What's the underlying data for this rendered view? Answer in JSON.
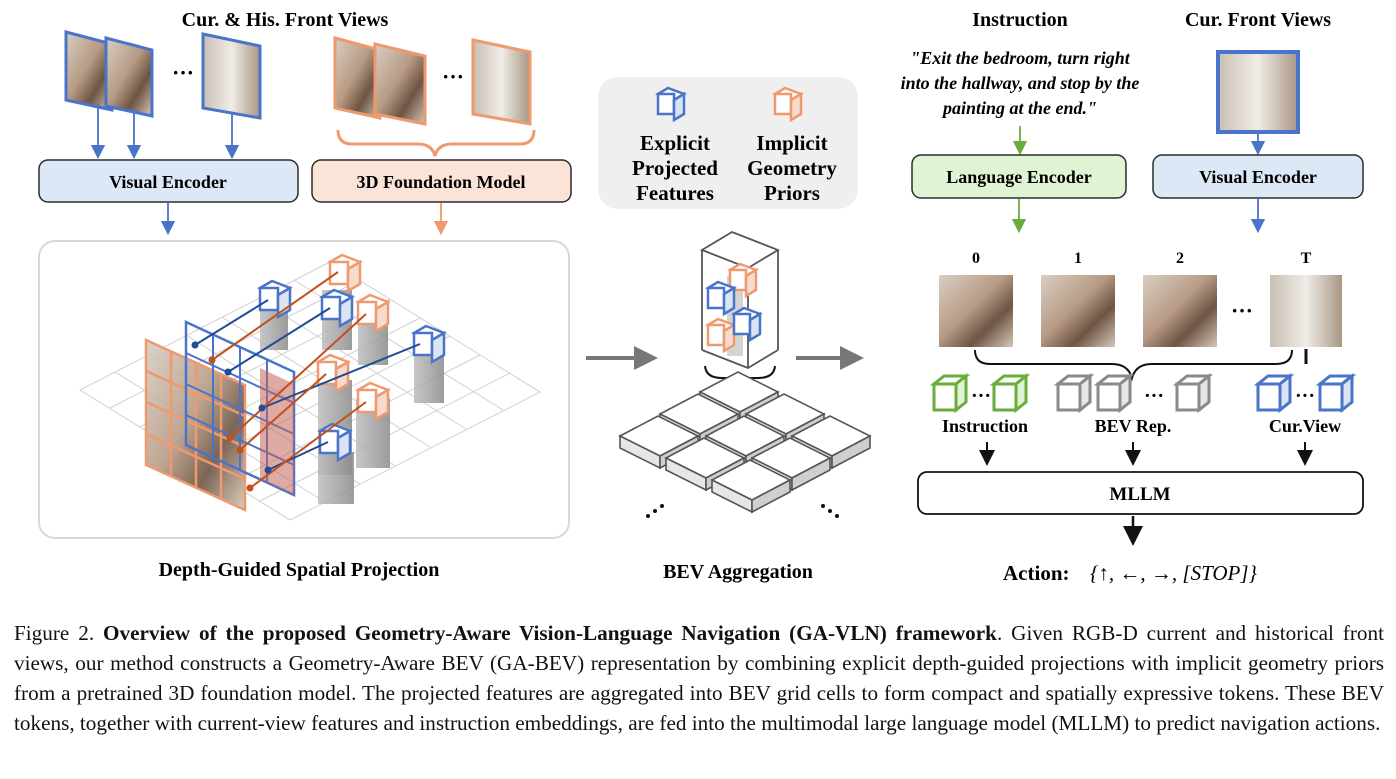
{
  "left_panel": {
    "views_title": "Cur. & His. Front Views",
    "visual_encoder": "Visual Encoder",
    "foundation_model": "3D Foundation Model",
    "projection_label": "Depth-Guided Spatial Projection",
    "ellipsis": "···"
  },
  "legend": {
    "explicit": [
      "Explicit",
      "Projected",
      "Features"
    ],
    "implicit": [
      "Implicit",
      "Geometry",
      "Priors"
    ]
  },
  "middle_panel": {
    "aggregation_label": "BEV Aggregation"
  },
  "right_panel": {
    "instruction_title": "Instruction",
    "front_views_title": "Cur. Front Views",
    "instruction_text": [
      "\"Exit the bedroom, turn right",
      "into the hallway, and stop by the",
      "painting at the end.\""
    ],
    "language_encoder": "Language Encoder",
    "visual_encoder": "Visual Encoder",
    "frame_labels": [
      "0",
      "1",
      "2",
      "T"
    ],
    "token_instruction": "Instruction",
    "token_bev": "BEV Rep.",
    "token_view": "Cur.View",
    "mllm": "MLLM",
    "action_label": "Action:",
    "action_set": "{↑, ←, →, [STOP]}"
  },
  "colors": {
    "blue": "#4a74c9",
    "orange": "#ee9a6e",
    "green": "#6aad3c",
    "visual_encoder_fill": "#dde8f6",
    "foundation_fill": "#fbe3d7",
    "language_fill": "#e1f3d5",
    "legend_bg": "#efefef"
  },
  "caption": {
    "prefix": "Figure 2. ",
    "bold": "Overview of the proposed Geometry-Aware Vision-Language Navigation (GA-VLN) framework",
    "body": ". Given RGB-D current and historical front views, our method constructs a Geometry-Aware BEV (GA-BEV) representation by combining explicit depth-guided projections with implicit geometry priors from a pretrained 3D foundation model. The projected features are aggregated into BEV grid cells to form compact and spatially expressive tokens. These BEV tokens, together with current-view features and instruction embeddings, are fed into the multimodal large language model (MLLM) to predict navigation actions."
  }
}
